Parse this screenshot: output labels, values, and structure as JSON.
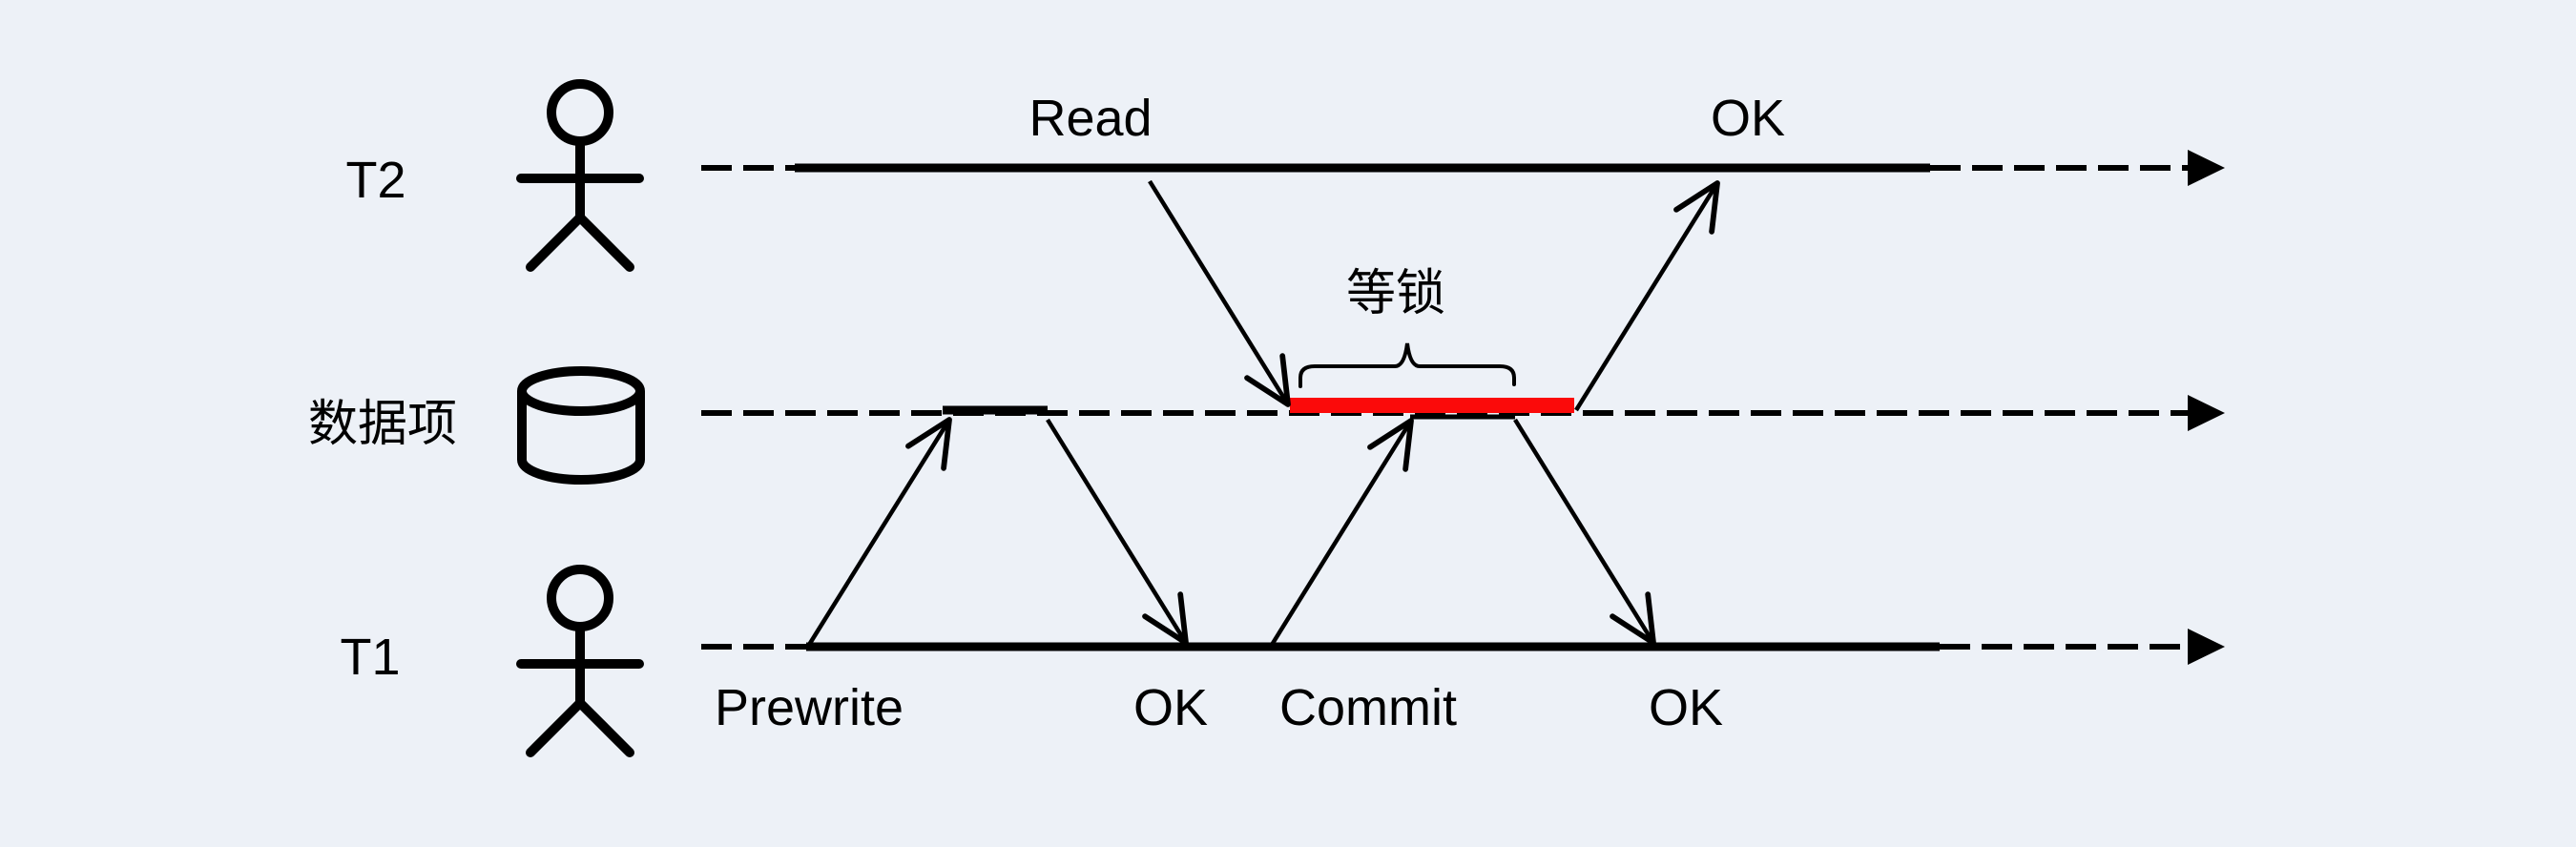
{
  "diagram": {
    "title_semantic": "transaction-lock-wait-timeline",
    "colors": {
      "background": "#edf1f7",
      "line": "#000000",
      "lock_bar_red": "#fb0a0a"
    },
    "lanes": {
      "t2_label": "T2",
      "data_item_label": "数据项",
      "t1_label": "T1"
    },
    "icons": {
      "t2_actor": "actor-icon",
      "data_item": "database-icon",
      "t1_actor": "actor-icon"
    },
    "events": {
      "read": "Read",
      "read_ok": "OK",
      "wait_lock": "等锁",
      "prewrite": "Prewrite",
      "prewrite_ok": "OK",
      "commit": "Commit",
      "commit_ok": "OK"
    }
  }
}
